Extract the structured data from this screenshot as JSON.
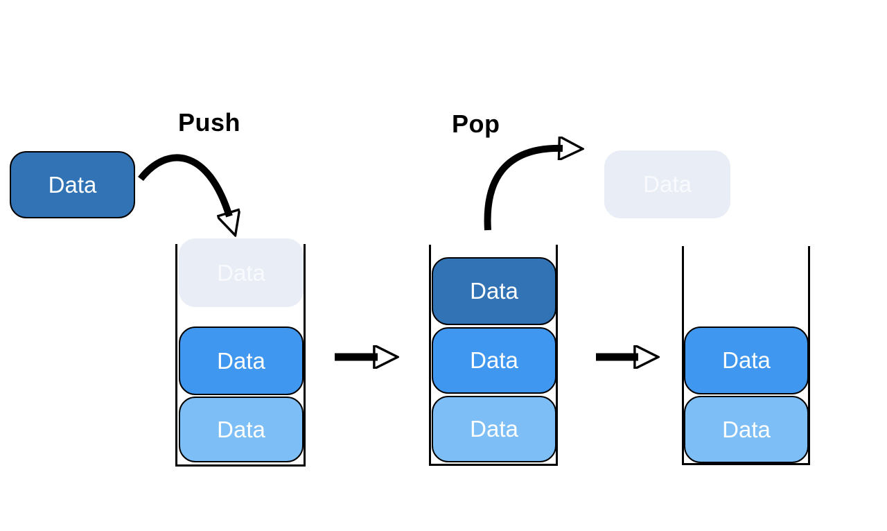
{
  "diagram": {
    "push_label": "Push",
    "pop_label": "Pop"
  },
  "colors": {
    "dark_blue": "#3173B4",
    "medium_blue": "#4097EF",
    "light_blue": "#7CBEF5",
    "ghost_fill": "#E8EDF6",
    "ghost_text": "#F8FAFD",
    "outline": "#000000",
    "arrow": "#000000"
  },
  "push_item": {
    "label": "Data"
  },
  "popped_item": {
    "label": "Data"
  },
  "stacks": [
    {
      "name": "before-push",
      "items": [
        {
          "label": "Data",
          "variant": "ghost"
        },
        {
          "label": "Data",
          "variant": "medium"
        },
        {
          "label": "Data",
          "variant": "light"
        }
      ]
    },
    {
      "name": "after-push",
      "items": [
        {
          "label": "Data",
          "variant": "dark"
        },
        {
          "label": "Data",
          "variant": "medium"
        },
        {
          "label": "Data",
          "variant": "light"
        }
      ]
    },
    {
      "name": "after-pop",
      "items": [
        {
          "label": "Data",
          "variant": "medium"
        },
        {
          "label": "Data",
          "variant": "light"
        }
      ]
    }
  ]
}
